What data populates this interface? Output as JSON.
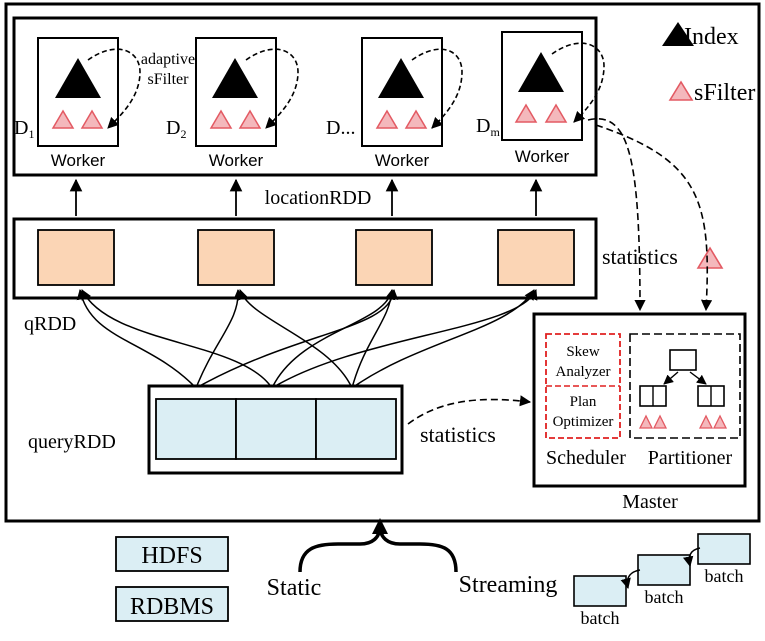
{
  "legend": {
    "index_label": "Index",
    "sfilter_label": "sFilter"
  },
  "workers": [
    {
      "label": "Worker",
      "partition_main": "D",
      "partition_sub": "1"
    },
    {
      "label": "Worker",
      "partition_main": "D",
      "partition_sub": "2"
    },
    {
      "label": "Worker",
      "partition_main": "D...",
      "partition_sub": ""
    },
    {
      "label": "Worker",
      "partition_main": "D",
      "partition_sub": "m"
    }
  ],
  "adaptive_note": {
    "line1": "adaptive",
    "line2": "sFilter"
  },
  "labels": {
    "location_rdd": "locationRDD",
    "q_rdd": "qRDD",
    "query_rdd": "queryRDD",
    "statistics_top": "statistics",
    "statistics_mid": "statistics"
  },
  "master": {
    "label": "Master",
    "scheduler_label": "Scheduler",
    "partitioner_label": "Partitioner",
    "skew_line1": "Skew",
    "skew_line2": "Analyzer",
    "plan_line1": "Plan",
    "plan_line2": "Optimizer"
  },
  "sources": {
    "hdfs": "HDFS",
    "rdbms": "RDBMS",
    "static": "Static",
    "streaming": "Streaming",
    "batch_labels": [
      "batch",
      "batch",
      "batch"
    ]
  },
  "colors": {
    "stroke": "#000000",
    "rdd_fill": "#fbd5b5",
    "query_fill": "#dbeef4",
    "sfilter_fill": "#f4b8bc",
    "sfilter_stroke": "#e35a63",
    "dashed_red": "#e02020"
  }
}
